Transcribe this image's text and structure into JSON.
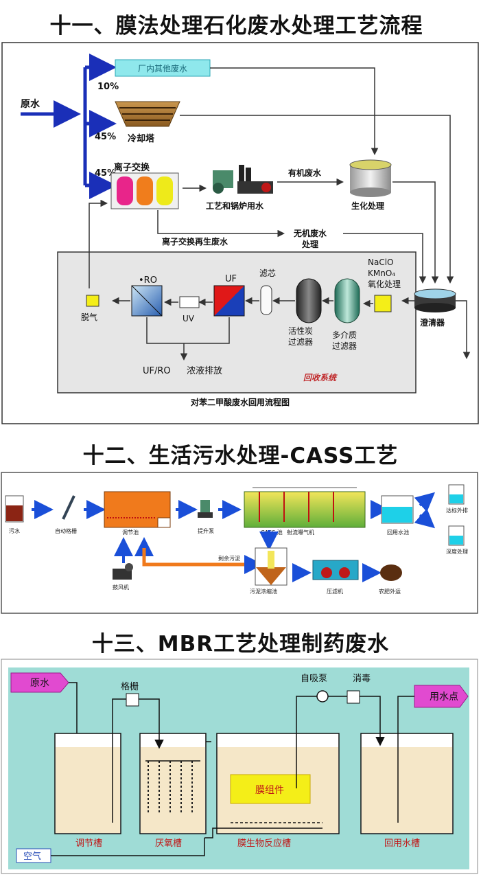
{
  "headings": {
    "s11": "十一、膜法处理石化废水处理工艺流程",
    "s12": "十二、生活污水处理-CASS工艺",
    "s13": "十三、MBR工艺处理制药废水"
  },
  "d1": {
    "raw_water": "原水",
    "plant_other": "厂内其他废水",
    "pct_top": "10%",
    "pct_mid": "45%",
    "pct_low": "45%",
    "cooling_tower": "冷却塔",
    "ion_exchange": "离子交换",
    "process_boiler": "工艺和锅炉用水",
    "organic_ww": "有机废水",
    "bio_treat": "生化处理",
    "ion_regen_ww": "离子交换再生废水",
    "inorg_ww_1": "无机废水",
    "inorg_ww_2": "处理",
    "naclo": "NaClO",
    "kmno4": "KMnO₄",
    "oxidation": "氧化处理",
    "clarifier": "澄清器",
    "ro": "•RO",
    "uf": "UF",
    "filter_core": "滤芯",
    "degas": "脱气",
    "uv": "UV",
    "carbon_1": "活性炭",
    "carbon_2": "过滤器",
    "multi_1": "多介质",
    "multi_2": "过滤器",
    "uf_ro": "UF/RO",
    "concentrate": "浓液排放",
    "recovery": "回收系统",
    "caption": "对苯二甲酸废水回用流程图"
  },
  "d2": {
    "sewage": "污水",
    "screen": "自动格栅",
    "reg_tank": "调节池",
    "lift_pump": "提升泵",
    "cass_tank": "CASS 池",
    "jet_aerator": "射流曝气机",
    "reuse_tank": "回用水池",
    "discharge": "达标外排",
    "deep": "深度处理",
    "blower": "鼓风机",
    "excess_sludge": "剩余污泥",
    "sludge_thick": "污泥浓缩池",
    "press": "压滤机",
    "fertilizer": "农肥外运"
  },
  "d3": {
    "raw_water": "原水",
    "grille": "格栅",
    "pump": "自吸泵",
    "disinfect": "消毒",
    "use_point": "用水点",
    "membrane": "膜组件",
    "air": "空气",
    "t1": "调节槽",
    "t2": "厌氧槽",
    "t3": "膜生物反应槽",
    "t4": "回用水槽"
  },
  "colors": {
    "arrow_blue": "#1a2fb8",
    "cass_orange": "#f07a1c",
    "mbr_bg": "#9fdcd6",
    "tank_fill": "#f5e7c8",
    "membrane_yellow": "#f4ee18",
    "recovery_bg": "#e6e6e6"
  }
}
